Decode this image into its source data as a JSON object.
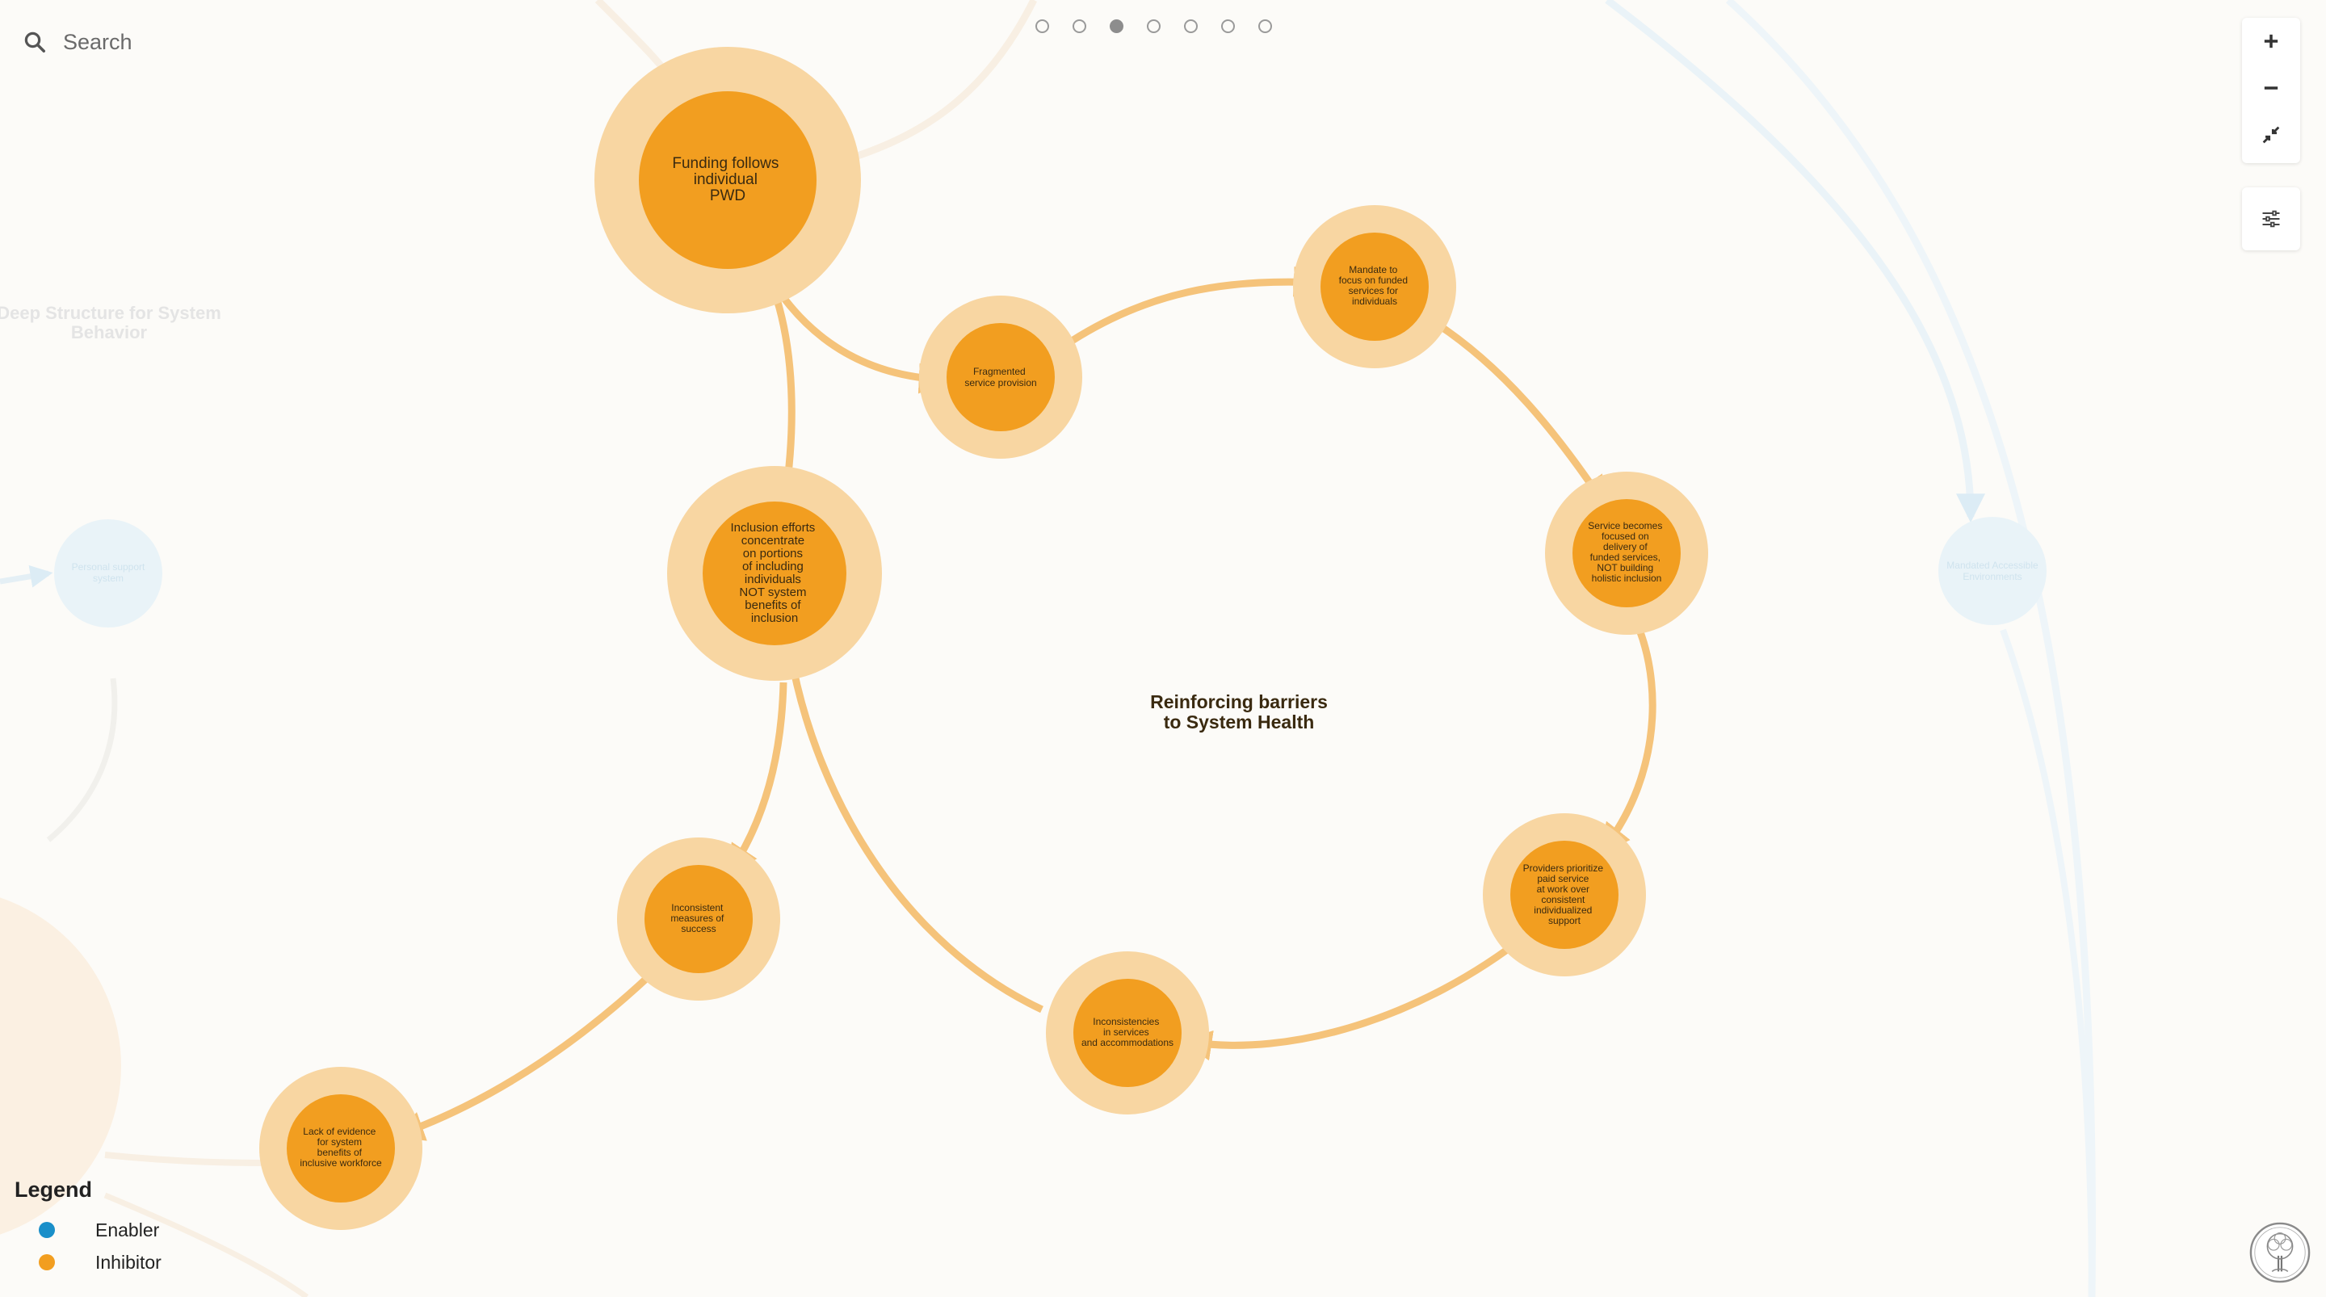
{
  "search": {
    "placeholder": "Search"
  },
  "pager": {
    "count": 7,
    "active_index": 2
  },
  "diagram": {
    "loop_title_line1": "Reinforcing barriers",
    "loop_title_line2": "to System Health",
    "faint_left_title_line1": "Deep Structure for System",
    "faint_left_title_line2": "Behavior",
    "faint_left_node_line1": "Personal support",
    "faint_left_node_line2": "system",
    "faint_right_node_line1": "Mandated Accessible",
    "faint_right_node_line2": "Environments",
    "nodes": [
      {
        "id": "funding",
        "lines": [
          "Funding follows",
          "individual",
          "PWD"
        ]
      },
      {
        "id": "fragmented",
        "lines": [
          "Fragmented",
          "service provision"
        ]
      },
      {
        "id": "mandate",
        "lines": [
          "Mandate to",
          "focus on funded",
          "services for",
          "individuals"
        ]
      },
      {
        "id": "service-focused",
        "lines": [
          "Service becomes",
          "focused on",
          "delivery of",
          "funded services,",
          "NOT building",
          "holistic inclusion"
        ]
      },
      {
        "id": "providers",
        "lines": [
          "Providers prioritize",
          "paid service",
          "at work over",
          "consistent",
          "individualized",
          "support"
        ]
      },
      {
        "id": "inconsistencies",
        "lines": [
          "Inconsistencies",
          "in services",
          "and accommodations"
        ]
      },
      {
        "id": "inclusion-efforts",
        "lines": [
          "Inclusion efforts",
          "concentrate",
          "on portions",
          "of including",
          "individuals",
          "NOT system",
          "benefits of",
          "inclusion"
        ]
      },
      {
        "id": "inconsistent-measures",
        "lines": [
          "Inconsistent",
          "measures of",
          "success"
        ]
      },
      {
        "id": "lack-evidence",
        "lines": [
          "Lack of evidence",
          "for system",
          "benefits of",
          "inclusive workforce"
        ]
      }
    ]
  },
  "legend": {
    "title": "Legend",
    "items": [
      {
        "label": "Enabler",
        "color": "#1a8fc9"
      },
      {
        "label": "Inhibitor",
        "color": "#f29e20"
      }
    ]
  },
  "colors": {
    "inhibitor_core": "#f29e20",
    "inhibitor_halo": "#f8d6a2",
    "edge": "#f5c37a"
  },
  "icons": {
    "search": "search-icon",
    "zoom_in": "plus-icon",
    "zoom_out": "minus-icon",
    "fit": "collapse-arrows-icon",
    "filter": "sliders-icon",
    "logo": "tree-logo-icon"
  }
}
